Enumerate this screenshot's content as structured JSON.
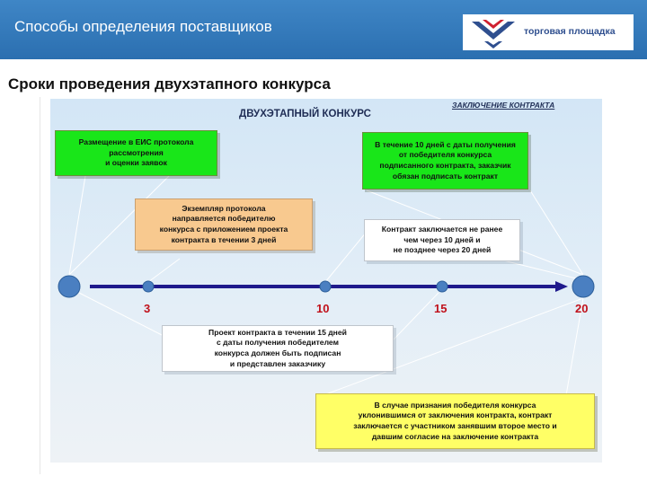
{
  "header": {
    "title": "Способы определения поставщиков",
    "logo_text": "торговая площадка"
  },
  "subtitle": "Сроки проведения двухэтапного конкурса",
  "diagram": {
    "title": "ДВУХЭТАПНЫЙ КОНКУРС",
    "contract_label": "ЗАКЛЮЧЕНИЕ КОНТРАКТА",
    "ticks": [
      "3",
      "10",
      "15",
      "20"
    ],
    "box_placement": {
      "lines": [
        "Размещение в ЕИС протокола",
        "рассмотрения",
        "и оценки заявок"
      ]
    },
    "box_protocol_copy": {
      "lines": [
        "Экземпляр протокола",
        "направляется победителю",
        "конкурса с приложением проекта",
        "контракта в течении 3 дней"
      ]
    },
    "box_signing_customer": {
      "lines": [
        "В течение 10 дней с даты получения",
        "от победителя конкурса",
        "подписанного контракта, заказчик",
        "обязан подписать контракт"
      ]
    },
    "box_contract_timing": {
      "lines": [
        "Контракт заключается не ранее",
        "чем через 10 дней и",
        "не позднее через 20 дней"
      ]
    },
    "box_draft_contract": {
      "lines": [
        "Проект контракта в течении 15 дней",
        "с даты получения победителем",
        "конкурса должен быть подписан",
        "и представлен заказчику"
      ]
    },
    "box_winner_evasion": {
      "lines": [
        "В случае признания победителя конкурса",
        "уклонившимся от заключения контракта, контракт",
        "заключается с участником занявшим второе место и",
        "давшим согласие на заключение контракта"
      ]
    },
    "colors": {
      "timeline": "#1f1a8c",
      "node": "#4a7fc1",
      "tick_label": "#c0111b",
      "green_box": "#19e619",
      "orange_box": "#f8c98f",
      "yellow_box": "#ffff66"
    }
  }
}
